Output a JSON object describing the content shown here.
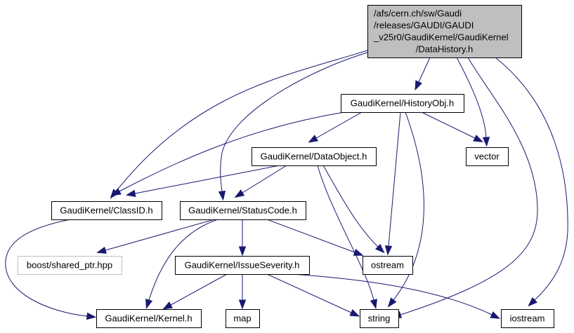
{
  "diagram": {
    "type": "include-dependency-graph",
    "colors": {
      "edge": "#191970",
      "root_fill": "#bfbfbf",
      "node_fill": "#ffffff",
      "node_border": "#000000",
      "missing_node_border": "#bfbfbf"
    },
    "nodes": [
      {
        "id": "root",
        "lines": [
          "/afs/cern.ch/sw/Gaudi",
          "/releases/GAUDI/GAUDI",
          "_v25r0/GaudiKernel/GaudiKernel",
          "/DataHistory.h"
        ],
        "style": "root"
      },
      {
        "id": "historyobj",
        "lines": [
          "GaudiKernel/HistoryObj.h"
        ],
        "style": "normal"
      },
      {
        "id": "dataobject",
        "lines": [
          "GaudiKernel/DataObject.h"
        ],
        "style": "normal"
      },
      {
        "id": "vector",
        "lines": [
          "vector"
        ],
        "style": "normal"
      },
      {
        "id": "classid",
        "lines": [
          "GaudiKernel/ClassID.h"
        ],
        "style": "normal"
      },
      {
        "id": "statuscode",
        "lines": [
          "GaudiKernel/StatusCode.h"
        ],
        "style": "normal"
      },
      {
        "id": "boost",
        "lines": [
          "boost/shared_ptr.hpp"
        ],
        "style": "missing"
      },
      {
        "id": "issueseverity",
        "lines": [
          "GaudiKernel/IssueSeverity.h"
        ],
        "style": "normal"
      },
      {
        "id": "ostream",
        "lines": [
          "ostream"
        ],
        "style": "normal"
      },
      {
        "id": "kernel",
        "lines": [
          "GaudiKernel/Kernel.h"
        ],
        "style": "normal"
      },
      {
        "id": "map",
        "lines": [
          "map"
        ],
        "style": "normal"
      },
      {
        "id": "string",
        "lines": [
          "string"
        ],
        "style": "normal"
      },
      {
        "id": "iostream",
        "lines": [
          "iostream"
        ],
        "style": "normal"
      }
    ],
    "edges": [
      {
        "from": "root",
        "to": "historyobj"
      },
      {
        "from": "root",
        "to": "vector"
      },
      {
        "from": "root",
        "to": "classid"
      },
      {
        "from": "root",
        "to": "statuscode"
      },
      {
        "from": "root",
        "to": "string"
      },
      {
        "from": "root",
        "to": "iostream"
      },
      {
        "from": "historyobj",
        "to": "dataobject"
      },
      {
        "from": "historyobj",
        "to": "classid"
      },
      {
        "from": "historyobj",
        "to": "vector"
      },
      {
        "from": "historyobj",
        "to": "ostream"
      },
      {
        "from": "historyobj",
        "to": "string"
      },
      {
        "from": "dataobject",
        "to": "classid"
      },
      {
        "from": "dataobject",
        "to": "statuscode"
      },
      {
        "from": "dataobject",
        "to": "ostream"
      },
      {
        "from": "dataobject",
        "to": "string"
      },
      {
        "from": "classid",
        "to": "kernel"
      },
      {
        "from": "statuscode",
        "to": "boost"
      },
      {
        "from": "statuscode",
        "to": "kernel"
      },
      {
        "from": "statuscode",
        "to": "issueseverity"
      },
      {
        "from": "statuscode",
        "to": "ostream"
      },
      {
        "from": "issueseverity",
        "to": "kernel"
      },
      {
        "from": "issueseverity",
        "to": "map"
      },
      {
        "from": "issueseverity",
        "to": "string"
      },
      {
        "from": "issueseverity",
        "to": "iostream"
      }
    ]
  }
}
